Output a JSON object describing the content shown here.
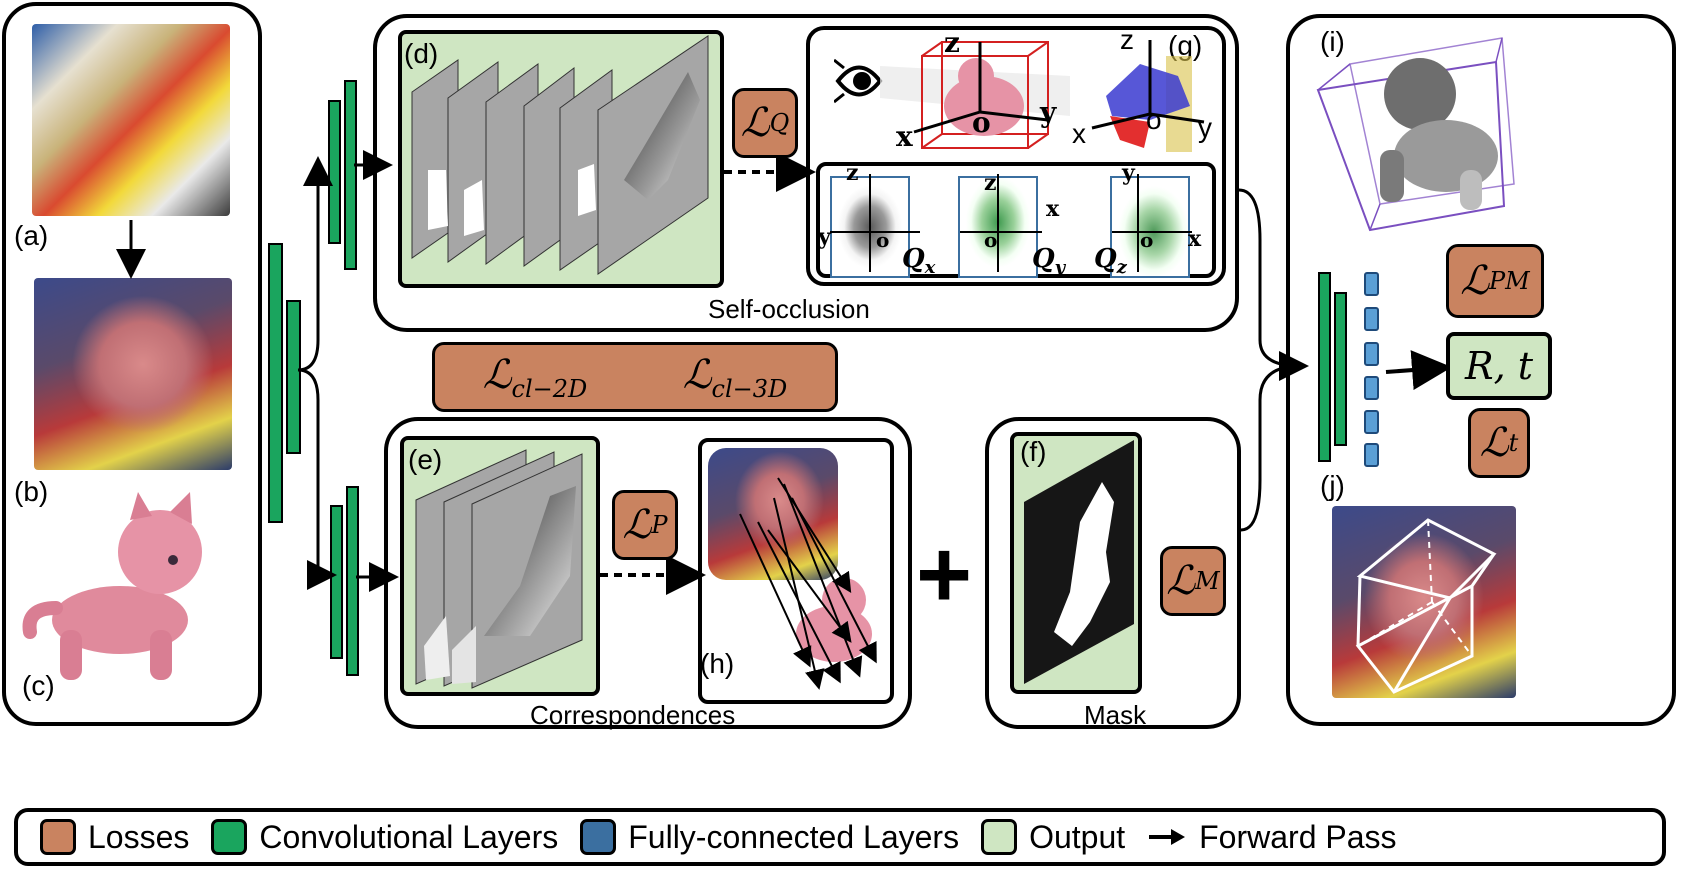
{
  "panels": {
    "a": "(a)",
    "b": "(b)",
    "c": "(c)",
    "d": "(d)",
    "e": "(e)",
    "f": "(f)",
    "g": "(g)",
    "h": "(h)",
    "i": "(i)",
    "j": "(j)"
  },
  "captions": {
    "self_occlusion": "Self-occlusion",
    "correspondences": "Correspondences",
    "mask": "Mask"
  },
  "losses": {
    "q": {
      "base": "ℒ",
      "sub": "Q"
    },
    "p": {
      "base": "ℒ",
      "sub": "P"
    },
    "m": {
      "base": "ℒ",
      "sub": "M"
    },
    "pm": {
      "base": "ℒ",
      "sub": "PM"
    },
    "t": {
      "base": "ℒ",
      "sub": "t"
    },
    "cl2d": {
      "base": "ℒ",
      "sub": "cl−2D"
    },
    "cl3d": {
      "base": "ℒ",
      "sub": "cl−3D"
    }
  },
  "output_rt": "R, t",
  "axes": {
    "x": "x",
    "y": "y",
    "z": "z",
    "o": "o",
    "qx": {
      "base": "Q",
      "sub": "x"
    },
    "qy": {
      "base": "Q",
      "sub": "y"
    },
    "qz": {
      "base": "Q",
      "sub": "z"
    }
  },
  "plus": "+",
  "legend": {
    "items": [
      {
        "label": "Losses",
        "color": "#c98360"
      },
      {
        "label": "Convolutional Layers",
        "color": "#1aa55e"
      },
      {
        "label": "Fully-connected Layers",
        "color": "#3b6fa0"
      },
      {
        "label": "Output",
        "color": "#cfe6c2"
      },
      {
        "label": "Forward Pass",
        "color": "#000000"
      }
    ]
  }
}
